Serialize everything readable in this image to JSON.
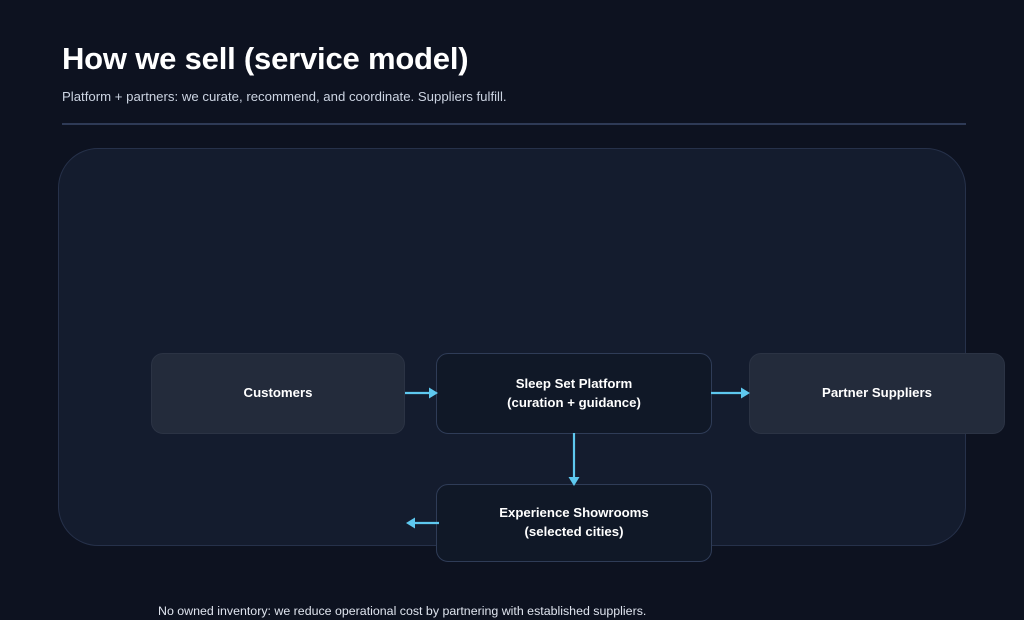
{
  "header": {
    "title": "How we sell (service model)",
    "subtitle": "Platform + partners: we curate, recommend, and coordinate. Suppliers fulfill."
  },
  "diagram": {
    "nodes": [
      {
        "id": "customers",
        "label": "Customers",
        "line1": "Customers",
        "line2": "",
        "style": "filled"
      },
      {
        "id": "platform",
        "label": "Sleep Set Platform (curation + guidance)",
        "line1": "Sleep Set Platform",
        "line2": "(curation + guidance)",
        "style": "outlined"
      },
      {
        "id": "suppliers",
        "label": "Partner Suppliers",
        "line1": "Partner Suppliers",
        "line2": "",
        "style": "filled"
      },
      {
        "id": "showrooms",
        "label": "Experience Showrooms (selected cities)",
        "line1": "Experience Showrooms",
        "line2": "(selected cities)",
        "style": "outlined"
      }
    ],
    "arrows": [
      {
        "id": "customers-platform",
        "from": "customers",
        "to": "platform",
        "direction": "right"
      },
      {
        "id": "platform-suppliers",
        "from": "platform",
        "to": "suppliers",
        "direction": "right"
      },
      {
        "id": "platform-showrooms",
        "from": "platform",
        "to": "showrooms",
        "direction": "down"
      },
      {
        "id": "showrooms-customers",
        "from": "showrooms",
        "to": "customers",
        "direction": "left"
      }
    ]
  },
  "footnote": "No owned inventory: we reduce operational cost by partnering with established suppliers.",
  "colors": {
    "background": "#0d1220",
    "panel": "#141c2e",
    "panel_border": "#26314a",
    "node_filled": "#232b3b",
    "node_outlined": "#101827",
    "node_border": "#2f3c57",
    "arrow": "#5ec8ef",
    "divider": "#2e3a56",
    "title_text": "#ffffff",
    "subtitle_text": "#ccd4e2"
  }
}
